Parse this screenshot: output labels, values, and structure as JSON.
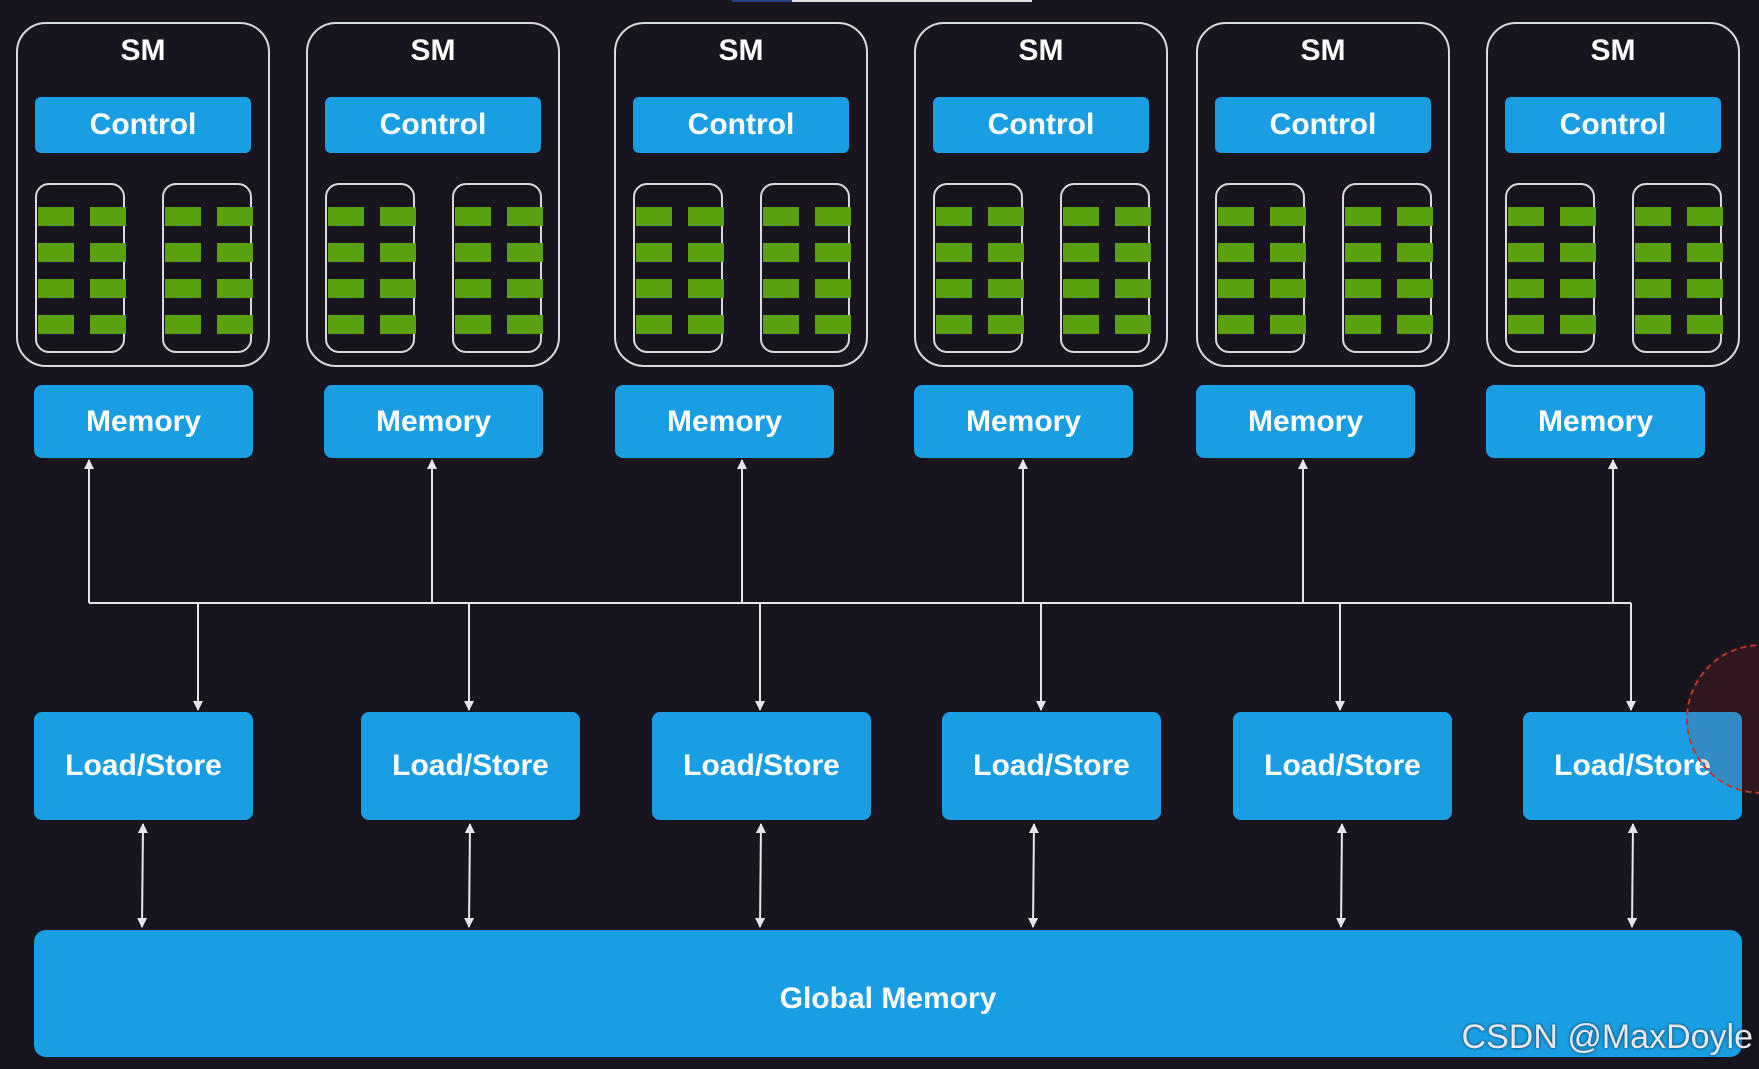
{
  "sms": [
    {
      "title": "SM",
      "control_label": "Control",
      "memory_label": "Memory",
      "loadstore_label": "Load/Store"
    },
    {
      "title": "SM",
      "control_label": "Control",
      "memory_label": "Memory",
      "loadstore_label": "Load/Store"
    },
    {
      "title": "SM",
      "control_label": "Control",
      "memory_label": "Memory",
      "loadstore_label": "Load/Store"
    },
    {
      "title": "SM",
      "control_label": "Control",
      "memory_label": "Memory",
      "loadstore_label": "Load/Store"
    },
    {
      "title": "SM",
      "control_label": "Control",
      "memory_label": "Memory",
      "loadstore_label": "Load/Store"
    },
    {
      "title": "SM",
      "control_label": "Control",
      "memory_label": "Memory",
      "loadstore_label": "Load/Store"
    }
  ],
  "global_memory_label": "Global Memory",
  "watermark": "CSDN @MaxDoyle",
  "colors": {
    "background": "#18151e",
    "box_blue": "#1a9ee3",
    "core_green": "#5aa10f",
    "outline": "#d9d9e0",
    "wire": "#e6e6ea"
  }
}
